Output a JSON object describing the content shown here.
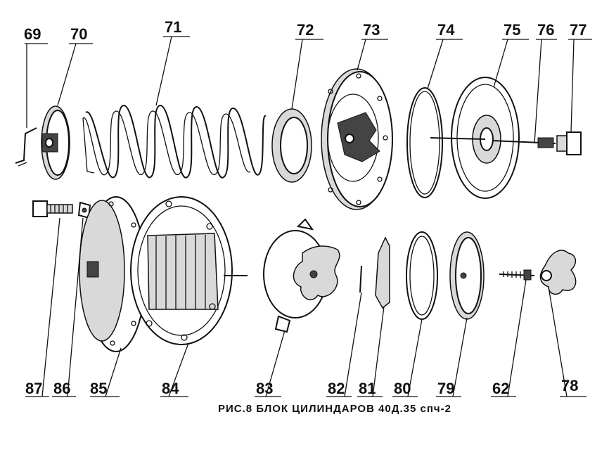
{
  "caption": "РИС.8 БЛОК ЦИЛИНДАРОВ 40Д.35 спч-2",
  "callouts": {
    "p69": "69",
    "p70": "70",
    "p71": "71",
    "p72": "72",
    "p73": "73",
    "p74": "74",
    "p75": "75",
    "p76": "76",
    "p77": "77",
    "p87": "87",
    "p86": "86",
    "p85": "85",
    "p84": "84",
    "p83": "83",
    "p82": "82",
    "p81": "81",
    "p80": "80",
    "p79": "79",
    "p62": "62",
    "p78": "78"
  }
}
